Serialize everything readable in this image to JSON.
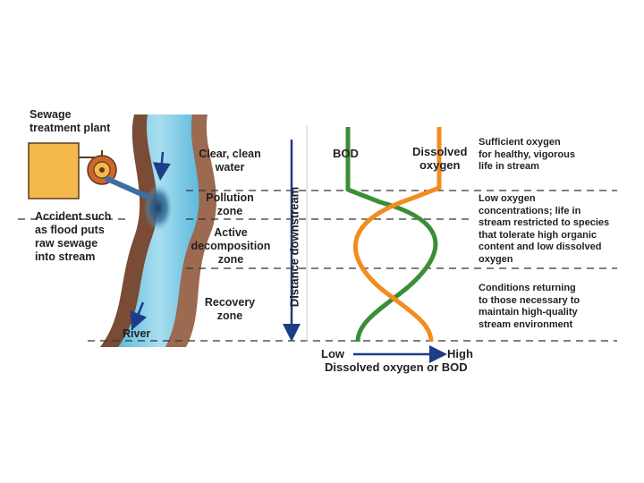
{
  "left_panel": {
    "plant_label": "Sewage\ntreatment plant",
    "accident_label": "Accident such\nas flood puts\nraw sewage\ninto stream",
    "river_label": "River",
    "zone_clean": "Clear, clean\nwater",
    "zone_pollution": "Pollution\nzone",
    "zone_decomposition": "Active\ndecomposition\nzone",
    "zone_recovery": "Recovery\nzone"
  },
  "graph": {
    "vertical_axis_label": "Distance downstream",
    "bod_label": "BOD",
    "oxygen_label": "Dissolved\noxygen",
    "x_low": "Low",
    "x_high": "High",
    "x_axis_title": "Dissolved oxygen or BOD",
    "colors": {
      "bod": "#3a8f35",
      "oxygen": "#f28c1e",
      "axis": "#1f3c88"
    }
  },
  "notes": {
    "sufficient": "Sufficient oxygen\nfor healthy, vigorous\nlife in stream",
    "low": "Low oxygen\nconcentrations; life in\nstream restricted to species\nthat tolerate high organic\ncontent and low dissolved\noxygen",
    "returning": "Conditions returning\nto those necessary to\nmaintain high-quality\nstream environment"
  }
}
